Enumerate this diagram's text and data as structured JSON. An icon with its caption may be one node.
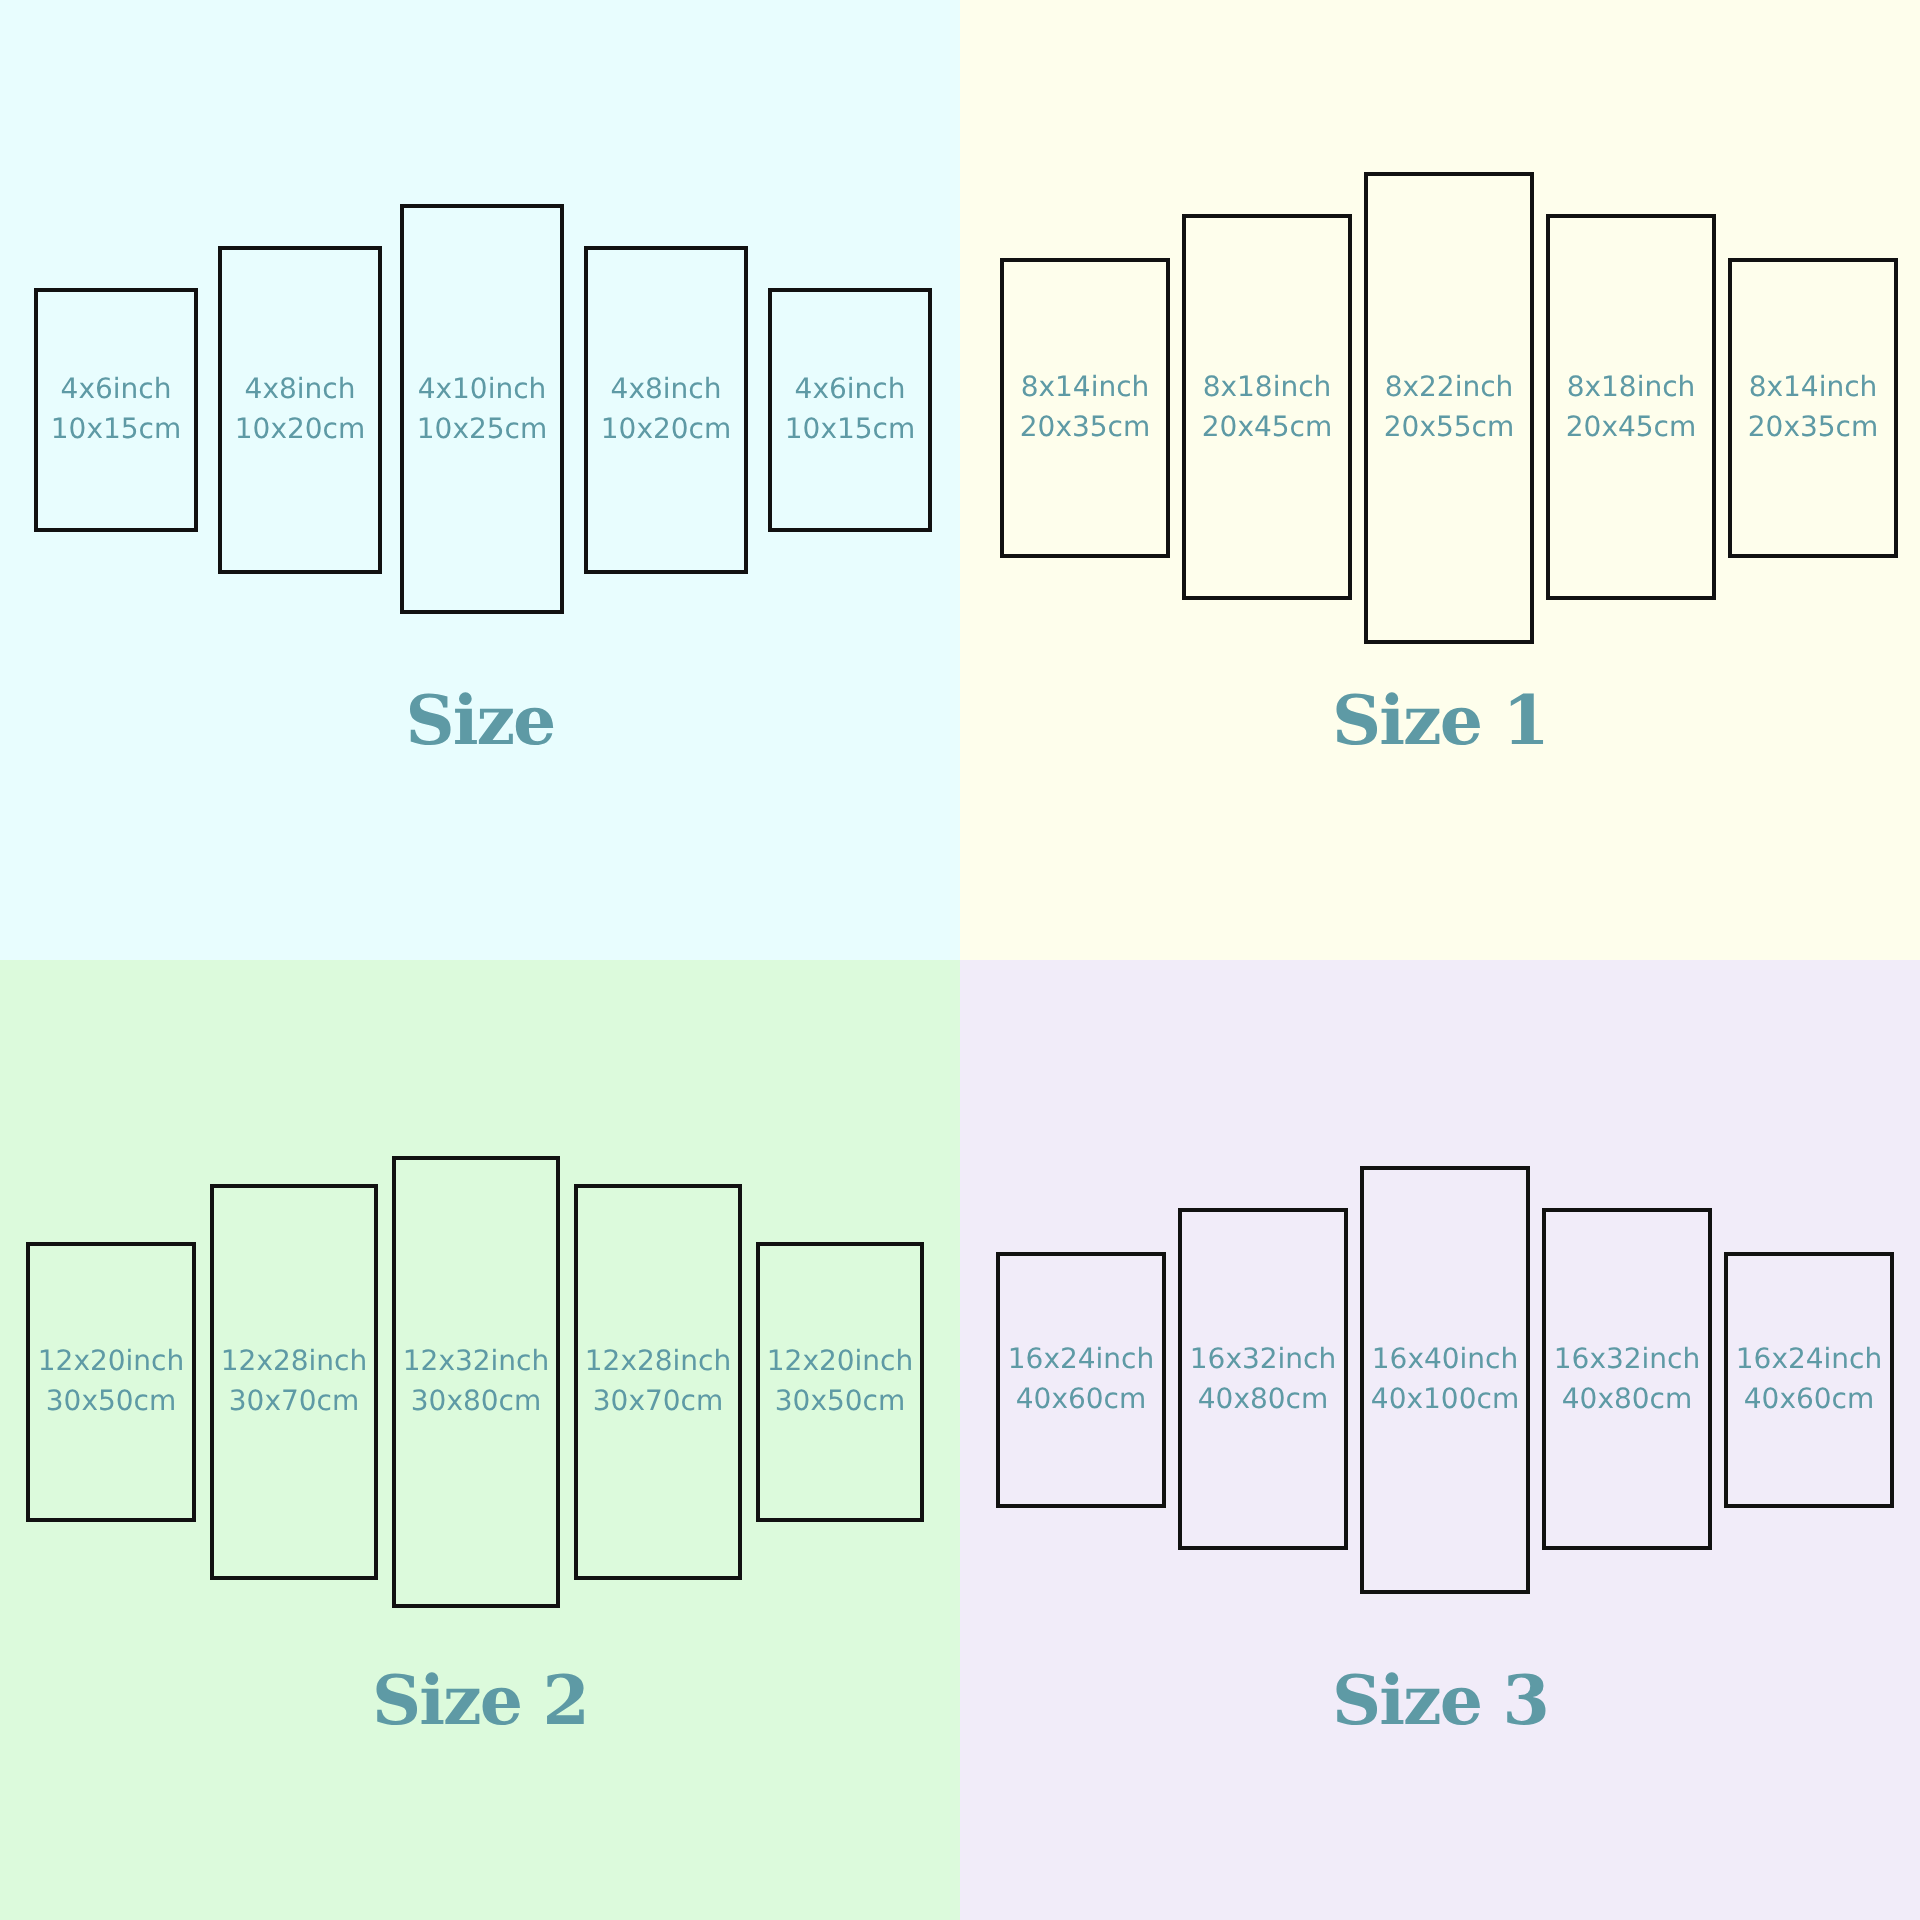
{
  "diagram": {
    "nodes": [
      {
        "text": [
          "Size"
        ]
      },
      {
        "text": [
          "4x6inch",
          "10x15cm"
        ],
        "in": 0
      },
      {
        "text": [
          "4x8inch",
          "10x20cm"
        ],
        "in": 0
      },
      {
        "text": [
          "4x10inch",
          "10x25cm"
        ],
        "in": 0
      },
      {
        "text": [
          "4x8inch",
          "10x20cm"
        ],
        "in": 0
      },
      {
        "text": [
          "4x6inch",
          "10x15cm"
        ],
        "in": 0
      },
      {
        "text": [
          "Size 1"
        ]
      },
      {
        "text": [
          "8x14inch",
          "20x35cm"
        ],
        "in": 6
      },
      {
        "text": [
          "8x18inch",
          "20x45cm"
        ],
        "in": 6
      },
      {
        "text": [
          "8x22inch",
          "20x55cm"
        ],
        "in": 6
      },
      {
        "text": [
          "8x18inch",
          "20x45cm"
        ],
        "in": 6
      },
      {
        "text": [
          "8x14inch",
          "20x35cm"
        ],
        "in": 6
      },
      {
        "text": [
          "Size 2"
        ]
      },
      {
        "text": [
          "12x20inch",
          "30x50cm"
        ],
        "in": 12
      },
      {
        "text": [
          "12x28inch",
          "30x70cm"
        ],
        "in": 12
      },
      {
        "text": [
          "12x32inch",
          "30x80cm"
        ],
        "in": 12
      },
      {
        "text": [
          "12x28inch",
          "30x70cm"
        ],
        "in": 12
      },
      {
        "text": [
          "12x20inch",
          "30x50cm"
        ],
        "in": 12
      },
      {
        "text": [
          "Size 3"
        ]
      },
      {
        "text": [
          "16x24inch",
          "40x60cm"
        ],
        "in": 18
      },
      {
        "text": [
          "16x32inch",
          "40x80cm"
        ],
        "in": 18
      },
      {
        "text": [
          "16x40inch",
          "40x100cm"
        ],
        "in": 18
      },
      {
        "text": [
          "16x32inch",
          "40x80cm"
        ],
        "in": 18
      },
      {
        "text": [
          "16x24inch",
          "40x60cm"
        ],
        "in": 18
      }
    ],
    "edges": []
  }
}
